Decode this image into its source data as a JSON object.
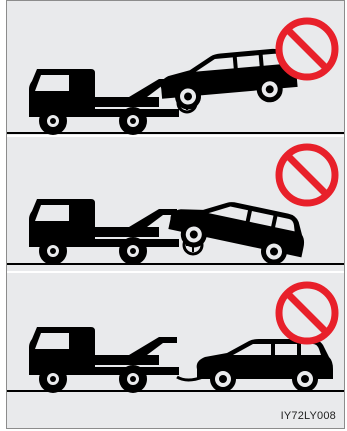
{
  "figure": {
    "code": "IY72LY008",
    "prohibited_icon": "no-entry-icon",
    "colors": {
      "background": "#e9eaec",
      "silhouette": "#000000",
      "prohibit_red": "#e8202a",
      "separator": "#ffffff"
    },
    "scenarios": [
      {
        "method": "front-wheel-lift",
        "prohibited": true
      },
      {
        "method": "rear-wheel-lift",
        "prohibited": true
      },
      {
        "method": "rope-tow",
        "prohibited": true
      }
    ]
  }
}
